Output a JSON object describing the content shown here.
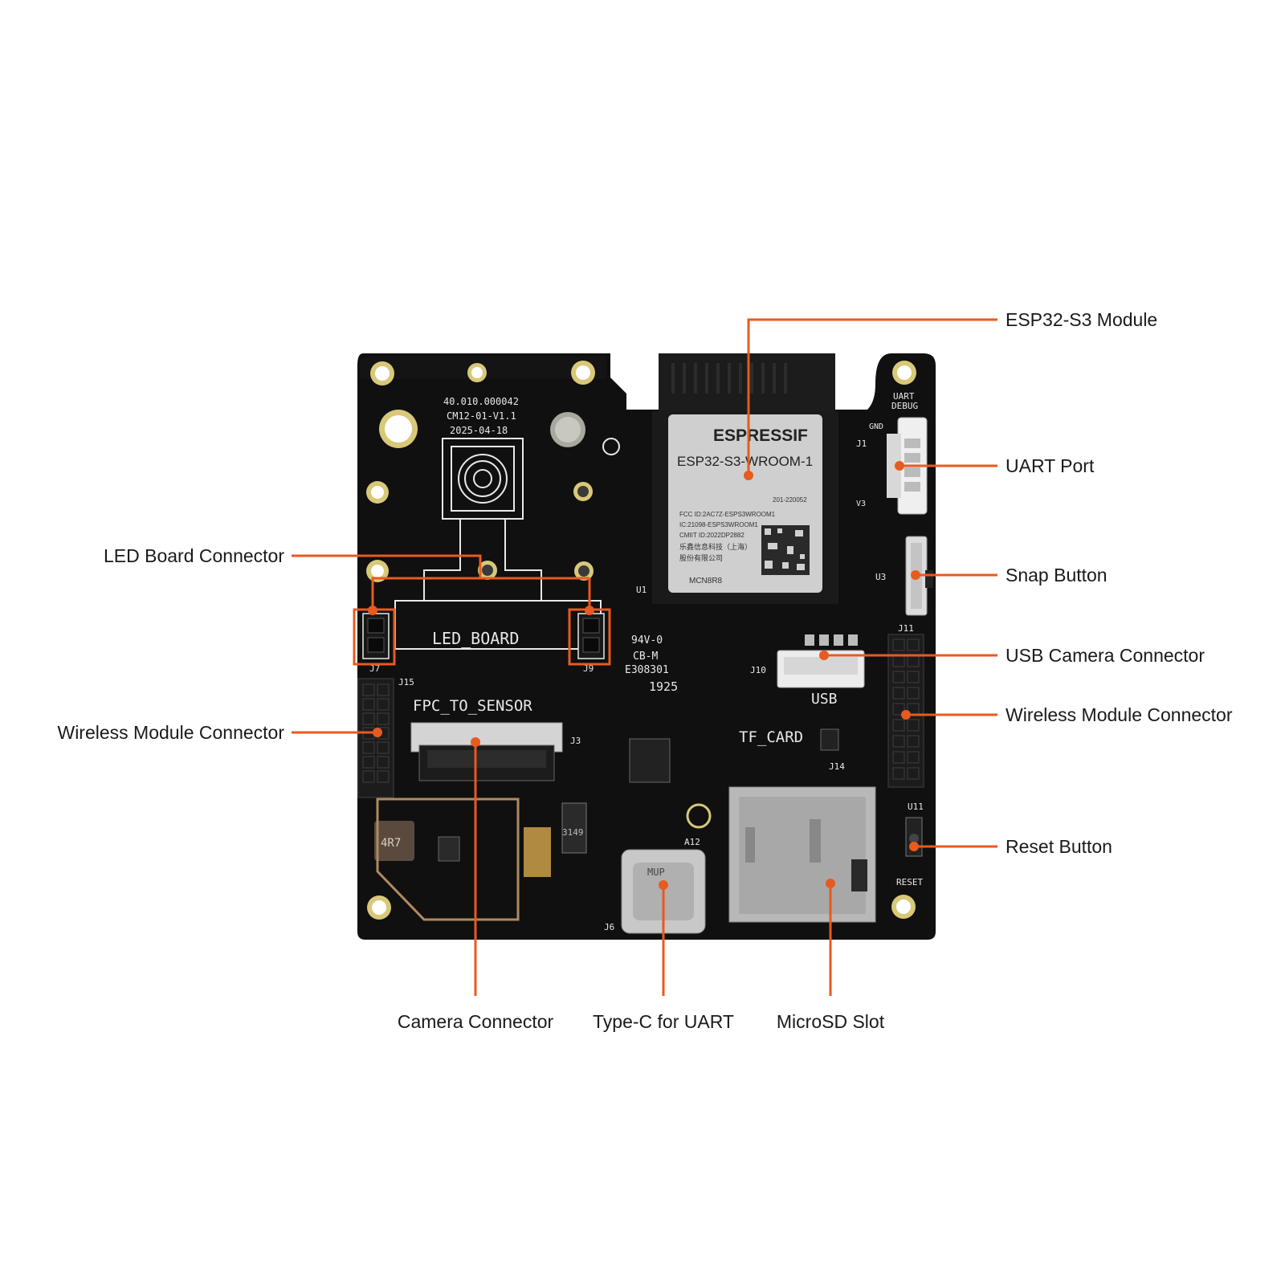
{
  "colors": {
    "accent": "#e85a1f",
    "board": "#101010",
    "silkscreen": "#e8e8e8",
    "metal": "#b9b9b9",
    "background": "#ffffff"
  },
  "callouts": {
    "esp32_module": "ESP32-S3 Module",
    "uart_port": "UART Port",
    "snap_button": "Snap Button",
    "usb_camera_connector": "USB Camera Connector",
    "wireless_module_connector_right": "Wireless Module Connector",
    "reset_button": "Reset Button",
    "led_board_connector": "LED Board Connector",
    "wireless_module_connector_left": "Wireless Module Connector",
    "camera_connector": "Camera Connector",
    "type_c_for_uart": "Type-C for UART",
    "microsd_slot": "MicroSD Slot"
  },
  "silkscreen": {
    "part_number": "40.010.000042",
    "board_rev": "CM12-01-V1.1",
    "date": "2025-04-18",
    "led_board": "LED_BOARD",
    "fpc_to_sensor": "FPC_TO_SENSOR",
    "tf_card": "TF_CARD",
    "usb": "USB",
    "uart_debug_1": "UART",
    "uart_debug_2": "DEBUG",
    "reset": "RESET",
    "gnd": "GND",
    "rating": "94V-0",
    "cb_m": "CB-M",
    "cert_no": "E308301",
    "year_code": "1925",
    "j1": "J1",
    "j3": "J3",
    "j6": "J6",
    "j7": "J7",
    "j9": "J9",
    "j10": "J10",
    "j11": "J11",
    "j14": "J14",
    "j15": "J15",
    "u1": "U1",
    "u3": "U3",
    "u11": "U11",
    "a12": "A12",
    "v3": "V3"
  },
  "module_text": {
    "brand": "ESPRESSIF",
    "model": "ESP32-S3-WROOM-1",
    "fcc": "FCC ID:2AC7Z-ESPS3WROOM1",
    "ic": "IC:21098-ESPS3WROOM1",
    "cmiit": "CMIIT ID:2022DP2882",
    "maker_cn": "乐鑫信息科技（上海）",
    "maker_cn2": "股份有限公司",
    "code": "MCN8R8",
    "r_code": "201-220052"
  },
  "chip_marks": {
    "inductor": "4R7",
    "usb_c": "MUP",
    "ic_code": "3149"
  }
}
